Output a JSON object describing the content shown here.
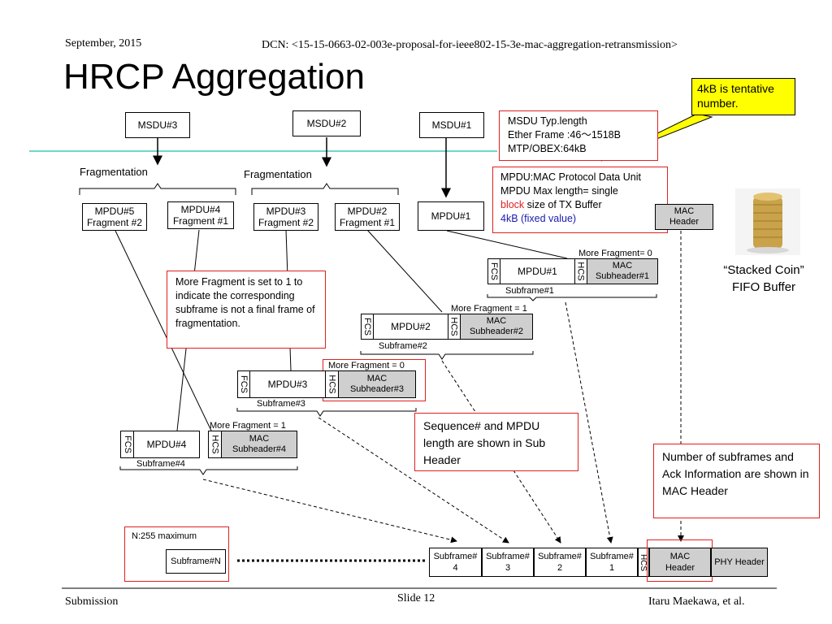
{
  "header": {
    "date": "September, 2015",
    "dcn": "DCN: <15-15-0663-02-003e-proposal-for-ieee802-15-3e-mac-aggregation-retransmission>"
  },
  "title": "HRCP Aggregation",
  "notes": {
    "tentative": "4kB is tentative number.",
    "msdu_typ": [
      "MSDU Typ.length",
      "Ether Frame :46〜1518B",
      "MTP/OBEX:64kB"
    ],
    "mpdu_def": {
      "line1": "MPDU:MAC Protocol Data Unit",
      "line2": "MPDU Max length=  single",
      "line3_red": "block",
      "line3_rest": " size of TX Buffer",
      "line4_blue": "4kB (fixed value)"
    },
    "more_fragment": "More Fragment is set to 1 to indicate the corresponding subframe is not a final frame of fragmentation.",
    "sequence": "Sequence# and MPDU length are  shown in Sub Header",
    "number_subframes": "Number of subframes and Ack Information are  shown in MAC Header",
    "n255": "N:255 maximum"
  },
  "msdus": {
    "msdu3": "MSDU#3",
    "msdu2": "MSDU#2",
    "msdu1": "MSDU#1"
  },
  "fragmentation": {
    "left": "Fragmentation",
    "right": "Fragmentation"
  },
  "mpdus": {
    "mpdu5": [
      "MPDU#5",
      "Fragment #2"
    ],
    "mpdu4": [
      "MPDU#4",
      "Fragment #1"
    ],
    "mpdu3": [
      "MPDU#3",
      "Fragment #2"
    ],
    "mpdu2": [
      "MPDU#2",
      "Fragment #1"
    ],
    "mpdu1": "MPDU#1"
  },
  "mac_header_top": [
    "MAC",
    "Header"
  ],
  "coin_caption": [
    "“Stacked Coin”",
    "FIFO Buffer"
  ],
  "subframes": {
    "s1": {
      "more": "More Fragment= 0",
      "mpdu": "MPDU#1",
      "sub": [
        "MAC",
        "Subheader#1"
      ],
      "label": "Subframe#1"
    },
    "s2": {
      "more": "More Fragment = 1",
      "mpdu": "MPDU#2",
      "sub": [
        "MAC",
        "Subheader#2"
      ],
      "label": "Subframe#2"
    },
    "s3": {
      "more": "More Fragment = 0",
      "mpdu": "MPDU#3",
      "sub": [
        "MAC",
        "Subheader#3"
      ],
      "label": "Subframe#3"
    },
    "s4": {
      "more": "More Fragment = 1",
      "mpdu": "MPDU#4",
      "sub": [
        "MAC",
        "Subheader#4"
      ],
      "label": "Subframe#4"
    },
    "fcs": "FCS",
    "hcs": "HCS"
  },
  "frame": {
    "subframe_n": "Subframe#N",
    "cells": [
      [
        "Subframe#",
        "4"
      ],
      [
        "Subframe#",
        "3"
      ],
      [
        "Subframe#",
        "2"
      ],
      [
        "Subframe#",
        "1"
      ]
    ],
    "hcs": "HCS",
    "mac_header": [
      "MAC",
      "Header"
    ],
    "phy_header": "PHY Header"
  },
  "footer": {
    "left": "Submission",
    "center": "Slide 12",
    "right": "Itaru Maekawa, et al."
  }
}
